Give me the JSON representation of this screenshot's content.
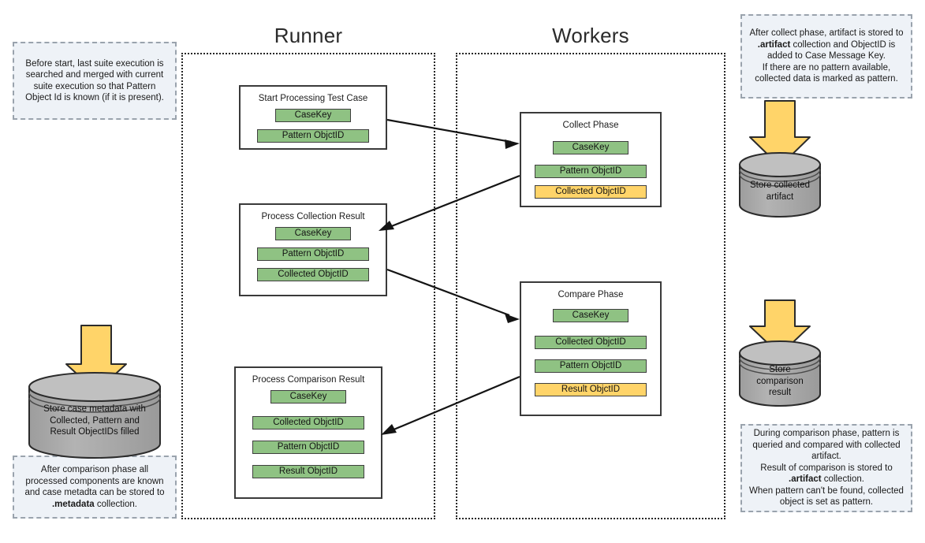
{
  "lanes": [
    {
      "title": "Runner"
    },
    {
      "title": "Workers"
    }
  ],
  "notes": {
    "top_left": {
      "text": "Before start, last suite execution is searched and merged with current suite execution so that Pattern Object Id is known (if it is present)."
    },
    "bottom_left": {
      "line1": "After comparison phase all processed components are known and case metadta can be stored to ",
      "bold1": ".metadata",
      "line2": " collection."
    },
    "top_right": {
      "line1": "After collect phase, artifact is stored to ",
      "bold1": ".artifact",
      "line2": " collection and ObjectID is added to Case Message Key.",
      "line3": "If there are no pattern available, collected data is marked as pattern."
    },
    "bottom_right": {
      "line1": "During comparison phase, pattern is queried and compared with collected artifact.",
      "line2": "Result of comparison is stored to ",
      "bold1": ".artifact",
      "line3": " collection.",
      "line4": "When pattern can't be found, collected object is set as pattern."
    }
  },
  "runner_boxes": [
    {
      "title": "Start Processing Test Case",
      "bars": [
        {
          "label": "CaseKey",
          "color": "green",
          "width": "small"
        },
        {
          "label": "Pattern ObjctID",
          "color": "green",
          "width": "wide"
        }
      ]
    },
    {
      "title": "Process Collection Result",
      "bars": [
        {
          "label": "CaseKey",
          "color": "green",
          "width": "small"
        },
        {
          "label": "Pattern ObjctID",
          "color": "green",
          "width": "wide"
        },
        {
          "label": "Collected ObjctID",
          "color": "green",
          "width": "wide"
        }
      ]
    },
    {
      "title": "Process Comparison Result",
      "bars": [
        {
          "label": "CaseKey",
          "color": "green",
          "width": "small"
        },
        {
          "label": "Collected ObjctID",
          "color": "green",
          "width": "wide"
        },
        {
          "label": "Pattern ObjctID",
          "color": "green",
          "width": "wide"
        },
        {
          "label": "Result ObjctID",
          "color": "green",
          "width": "wide"
        }
      ]
    }
  ],
  "worker_boxes": [
    {
      "title": "Collect Phase",
      "bars": [
        {
          "label": "CaseKey",
          "color": "green",
          "width": "small"
        },
        {
          "label": "Pattern ObjctID",
          "color": "green",
          "width": "wide"
        },
        {
          "label": "Collected ObjctID",
          "color": "yellow",
          "width": "wide"
        }
      ]
    },
    {
      "title": "Compare Phase",
      "bars": [
        {
          "label": "CaseKey",
          "color": "green",
          "width": "small"
        },
        {
          "label": "Collected ObjctID",
          "color": "green",
          "width": "wide"
        },
        {
          "label": "Pattern ObjctID",
          "color": "green",
          "width": "wide"
        },
        {
          "label": "Result ObjctID",
          "color": "yellow",
          "width": "wide"
        }
      ]
    }
  ],
  "datastores": {
    "left": {
      "line1": "Store case metadata with",
      "line2": "Collected, Pattern and",
      "line3": "Result ObjectIDs filled"
    },
    "right_top": {
      "line1": "Store collected",
      "line2": "artifact"
    },
    "right_bottom": {
      "line1": "Store",
      "line2": "comparison",
      "line3": "result"
    }
  },
  "colors": {
    "green": "#8fc283",
    "yellow": "#ffd469",
    "note_fill": "#eef2f7",
    "note_border": "#9aa3ad",
    "cylinder_fill": "#a8a8a8",
    "arrow_yellow": "#ffd469",
    "stroke": "#3a3a3a"
  }
}
